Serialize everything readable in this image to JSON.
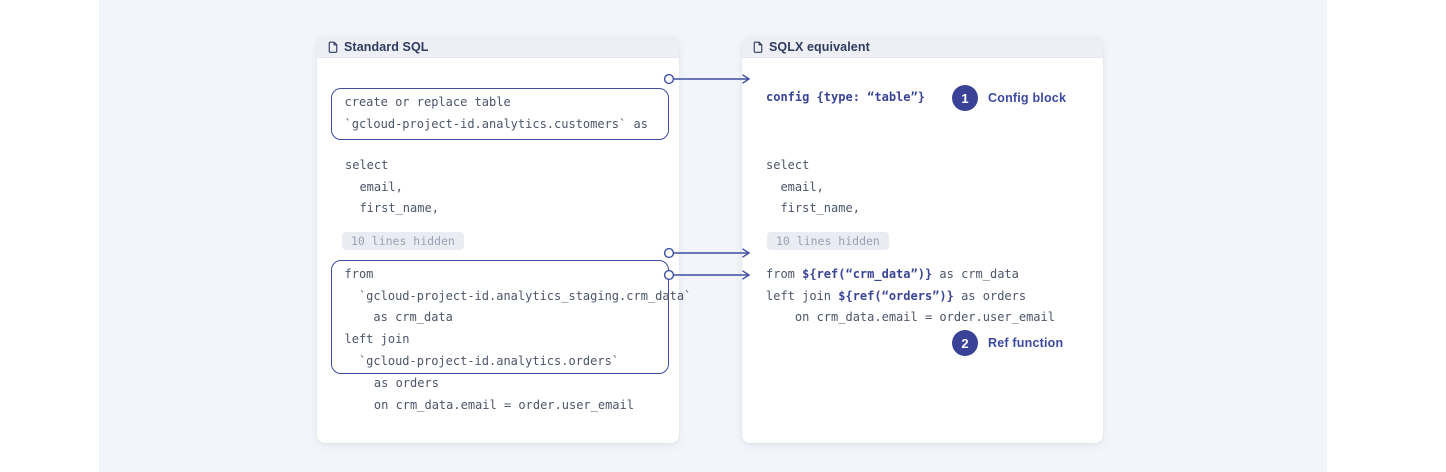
{
  "colors": {
    "accent_indigo": "#3f4da0",
    "badge_fill": "#3a4297",
    "bold_code": "#3a4496",
    "band_background": "#f2f5fa",
    "header_background": "#edeff5",
    "code_text": "#4d5569",
    "pill_background": "#e9ecf2",
    "pill_text": "#99a1b4"
  },
  "left_panel": {
    "title": "Standard SQL",
    "icon": "file-icon",
    "create_box": "create or replace table\n`gcloud-project-id.analytics.customers` as",
    "select_block": "select\n  email,\n  first_name,",
    "hidden_badge": "10 lines hidden",
    "from_box": "from\n  `gcloud-project-id.analytics_staging.crm_data`\n    as crm_data\nleft join\n  `gcloud-project-id.analytics.orders`",
    "tail_lines": "    as orders\n    on crm_data.email = order.user_email"
  },
  "right_panel": {
    "title": "SQLX equivalent",
    "icon": "file-icon",
    "config_line": "config {type: “table”}",
    "select_block": "select\n  email,\n  first_name,",
    "hidden_badge": "10 lines hidden",
    "from_line": {
      "prefix": "from ",
      "ref": "${ref(“crm_data”)}",
      "suffix": " as crm_data"
    },
    "join_line": {
      "prefix": "left join ",
      "ref": "${ref(“orders”)}",
      "suffix": " as orders"
    },
    "on_line": "    on crm_data.email = order.user_email",
    "callout_config": {
      "number": "1",
      "label": "Config block"
    },
    "callout_ref": {
      "number": "2",
      "label": "Ref function"
    }
  }
}
